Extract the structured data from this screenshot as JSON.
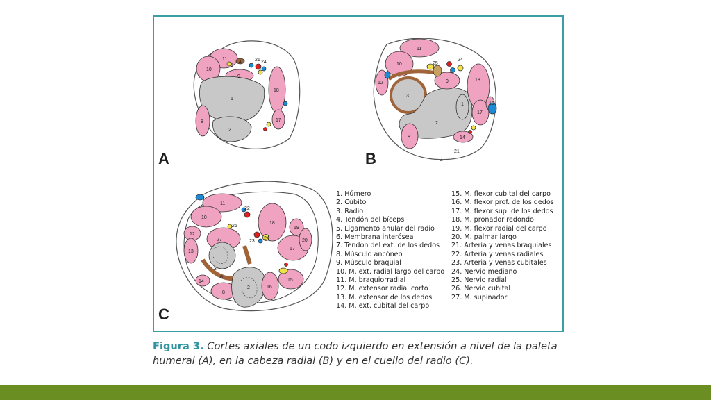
{
  "figure": {
    "panels": [
      {
        "letter": "A"
      },
      {
        "letter": "B"
      },
      {
        "letter": "C"
      }
    ],
    "legend_left": [
      "1. Húmero",
      "2. Cúbito",
      "3. Radio",
      "4. Tendón del bíceps",
      "5. Ligamento anular del radio",
      "6. Membrana interósea",
      "7. Tendón del ext. de los dedos",
      "8. Músculo ancóneo",
      "9. Músculo braquial",
      "10. M. ext. radial largo del carpo",
      "11. M. braquiorradial",
      "12. M. extensor radial corto",
      "13. M. extensor de los dedos",
      "14. M. ext. cubital del carpo"
    ],
    "legend_right": [
      "15. M. flexor cubital del carpo",
      "16. M. flexor prof. de los dedos",
      "17. M. flexor sup. de los dedos",
      "18. M. pronador redondo",
      "19. M. flexor radial del carpo",
      "20. M. palmar largo",
      "21. Arteria y venas braquiales",
      "22. Arteria y venas radiales",
      "23. Arteria y venas cubitales",
      "24. Nervio mediano",
      "25. Nervio radial",
      "26. Nervio cubital",
      "27. M. supinador"
    ],
    "labels": {
      "a": [
        "11",
        "10",
        "9",
        "1",
        "2",
        "8",
        "18",
        "17",
        "4",
        "21",
        "24",
        "5"
      ],
      "b": [
        "11",
        "10",
        "12",
        "3",
        "9",
        "18",
        "1",
        "2",
        "8",
        "17",
        "19",
        "14",
        "24",
        "25",
        "21",
        "4"
      ],
      "c": [
        "11",
        "10",
        "12",
        "13",
        "27",
        "3",
        "14",
        "6",
        "8",
        "2",
        "16",
        "15",
        "17",
        "18",
        "19",
        "20",
        "22",
        "25",
        "23",
        "24"
      ]
    }
  },
  "caption": {
    "label": "Figura 3.",
    "text": " Cortes axiales de un codo izquierdo en extensión a nivel de la paleta humeral (A), en la cabeza radial (B) y en el cuello del radio (C)."
  },
  "colors": {
    "frame": "#3b9ea5",
    "muscle": "#f0a3c0",
    "bone": "#c8c8c8",
    "tendon": "#a0643a",
    "artery": "#e02020",
    "vein": "#1c8ad4",
    "nerve": "#f2e24a",
    "footer": "#6b8e23"
  }
}
